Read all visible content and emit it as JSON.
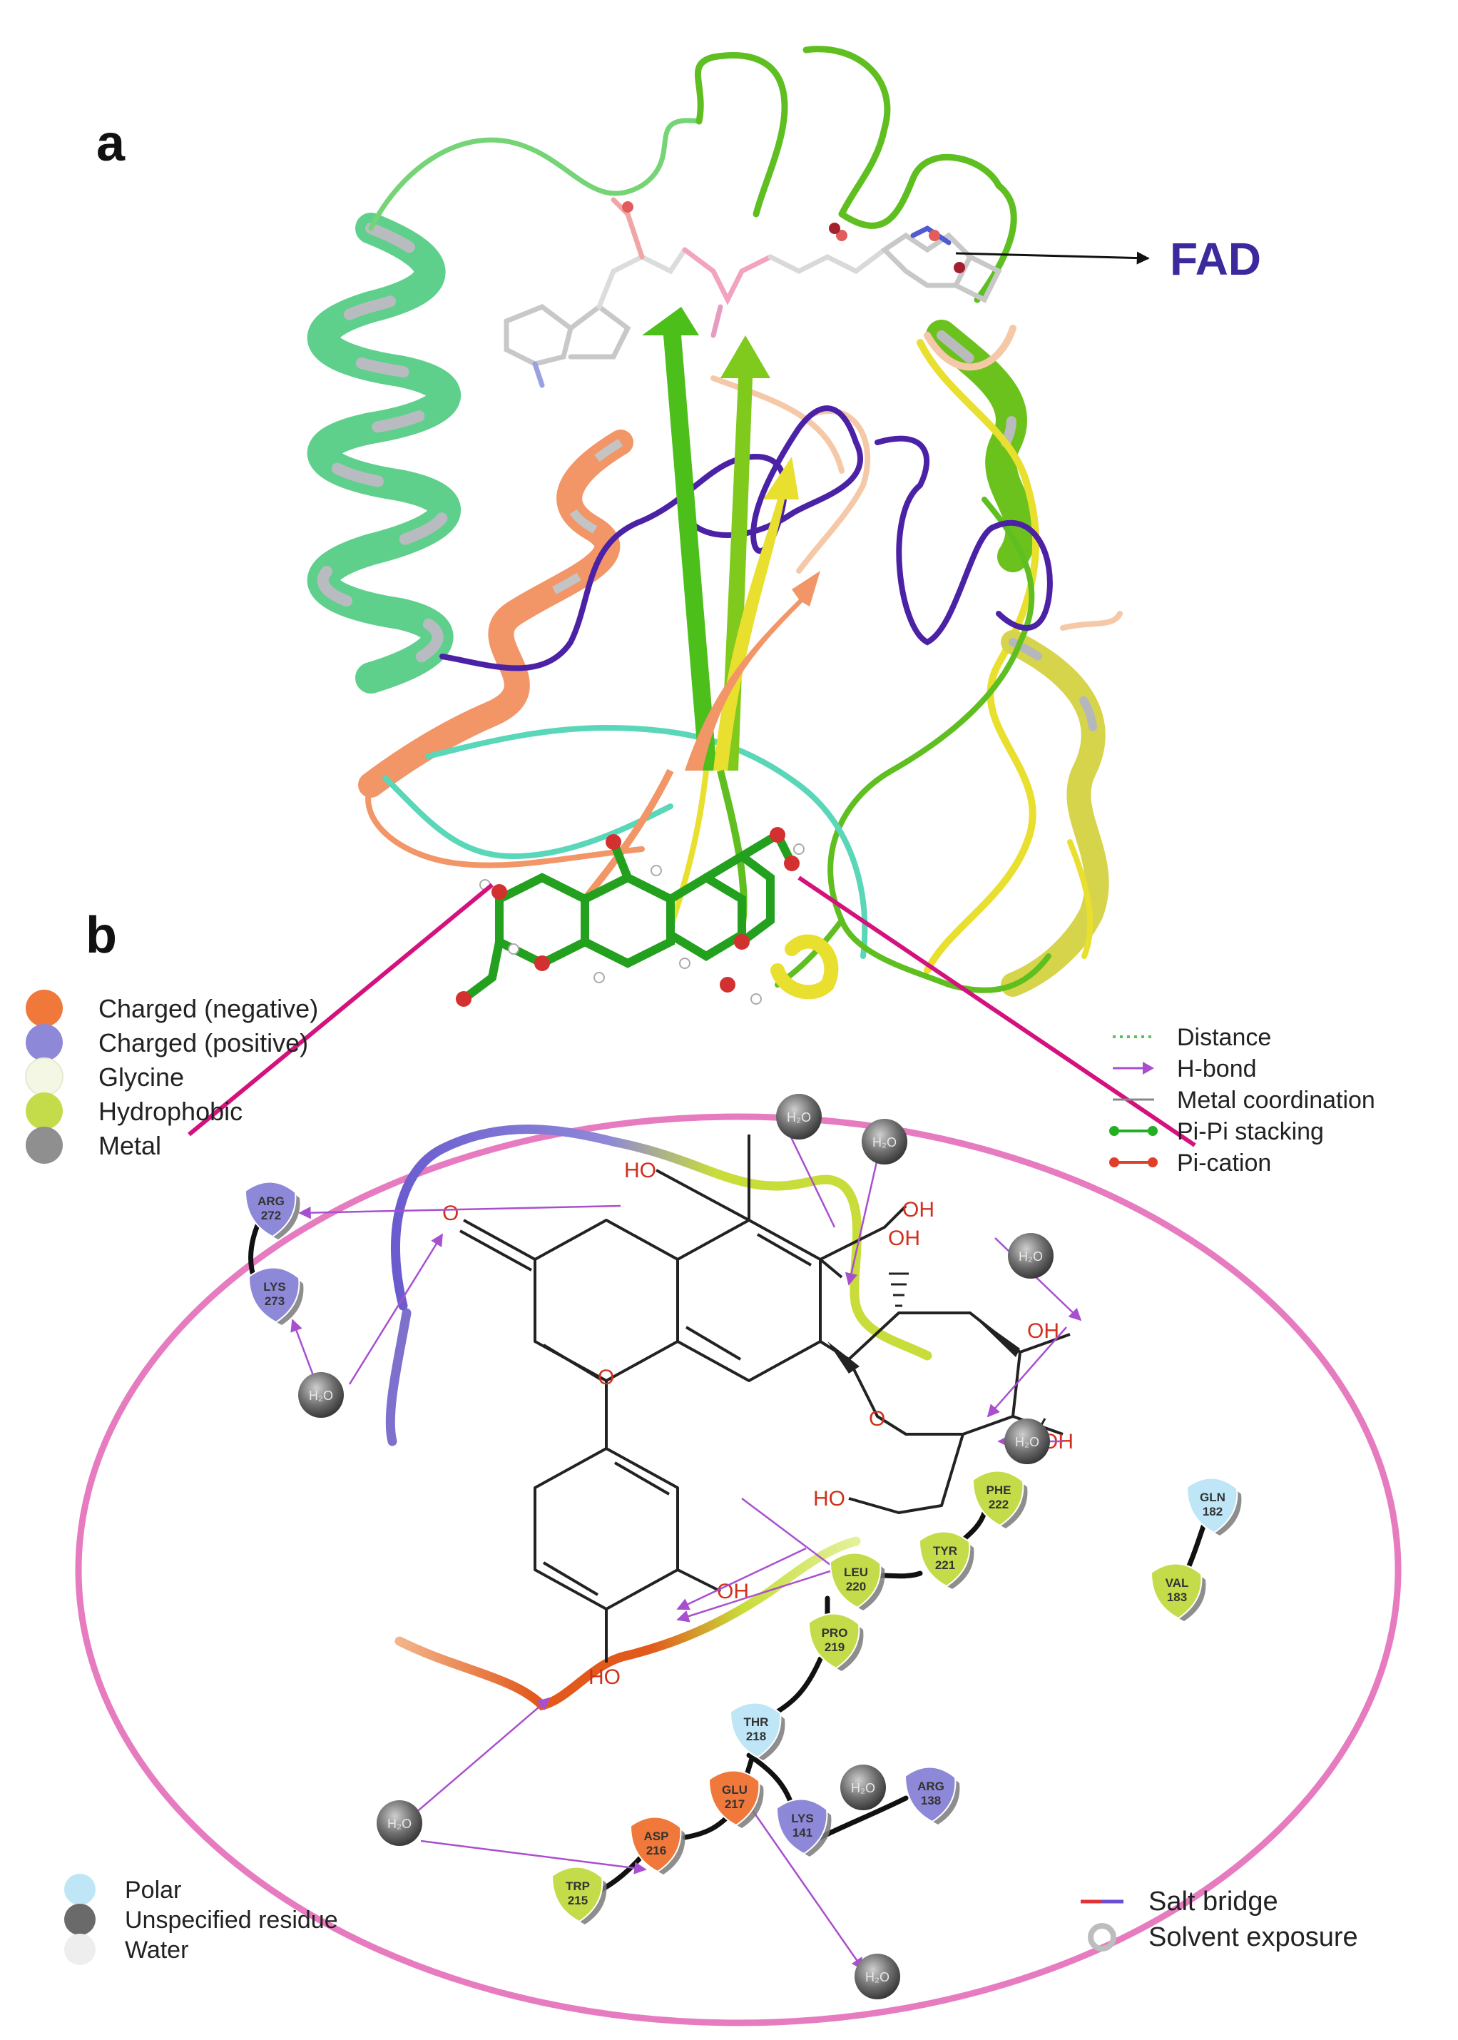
{
  "panels": {
    "a": "a",
    "b": "b"
  },
  "fad_label": "FAD",
  "colors": {
    "fad_label": "#3a2a9e",
    "zoom_lines": "#d4127e",
    "ellipse": "#e77bc0",
    "hbond": "#a84fcf",
    "bond": "#222222",
    "oh": "#d0301c"
  },
  "residue_legend": [
    {
      "label": "Charged (negative)",
      "color": "#f0783a"
    },
    {
      "label": "Charged (positive)",
      "color": "#8e88d8"
    },
    {
      "label": "Glycine",
      "color": "#f3f7e4"
    },
    {
      "label": "Hydrophobic",
      "color": "#c4dc4a"
    },
    {
      "label": "Metal",
      "color": "#8f8f8f"
    }
  ],
  "interaction_legend": [
    {
      "label": "Distance",
      "style": "dotted",
      "color": "#58c458"
    },
    {
      "label": "H-bond",
      "style": "arrow",
      "color": "#a84fcf"
    },
    {
      "label": "Metal coordination",
      "style": "line",
      "color": "#888888"
    },
    {
      "label": "Pi-Pi stacking",
      "style": "dots",
      "color": "#22b022"
    },
    {
      "label": "Pi-cation",
      "style": "dots",
      "color": "#e0402a"
    }
  ],
  "bottom_legend_left": [
    {
      "label": "Polar",
      "color": "#bfe6f7"
    },
    {
      "label": "Unspecified residue",
      "color": "#6a6a6a"
    },
    {
      "label": "Water",
      "color": "#eeeeee"
    }
  ],
  "bottom_legend_right": [
    {
      "label": "Salt bridge",
      "icon": "salt-bridge"
    },
    {
      "label": "Solvent exposure",
      "icon": "solvent-exposure"
    }
  ],
  "residues": [
    {
      "id": "arg272",
      "name": "ARG",
      "num": "272",
      "type": "positive"
    },
    {
      "id": "lys273",
      "name": "LYS",
      "num": "273",
      "type": "positive"
    },
    {
      "id": "phe222",
      "name": "PHE",
      "num": "222",
      "type": "hydrophobic"
    },
    {
      "id": "tyr221",
      "name": "TYR",
      "num": "221",
      "type": "hydrophobic"
    },
    {
      "id": "leu220",
      "name": "LEU",
      "num": "220",
      "type": "hydrophobic"
    },
    {
      "id": "pro219",
      "name": "PRO",
      "num": "219",
      "type": "hydrophobic"
    },
    {
      "id": "thr218",
      "name": "THR",
      "num": "218",
      "type": "polar"
    },
    {
      "id": "glu217",
      "name": "GLU",
      "num": "217",
      "type": "negative"
    },
    {
      "id": "asp216",
      "name": "ASP",
      "num": "216",
      "type": "negative"
    },
    {
      "id": "trp215",
      "name": "TRP",
      "num": "215",
      "type": "hydrophobic"
    },
    {
      "id": "lys141",
      "name": "LYS",
      "num": "141",
      "type": "positive"
    },
    {
      "id": "arg138",
      "name": "ARG",
      "num": "138",
      "type": "positive"
    },
    {
      "id": "gln182",
      "name": "GLN",
      "num": "182",
      "type": "polar"
    },
    {
      "id": "val183",
      "name": "VAL",
      "num": "183",
      "type": "hydrophobic"
    }
  ],
  "water_label": "H₂O",
  "ligand_labels": {
    "ho_5": "HO",
    "oh_7": "OH",
    "keto": "O",
    "ring_o": "O",
    "oh_2pp": "OH",
    "oh_3pp": "OH",
    "oh_4pp": "OH",
    "sugar_o": "O",
    "ho_6pp": "HO",
    "oh_3p": "OH",
    "ho_4p": "HO"
  }
}
